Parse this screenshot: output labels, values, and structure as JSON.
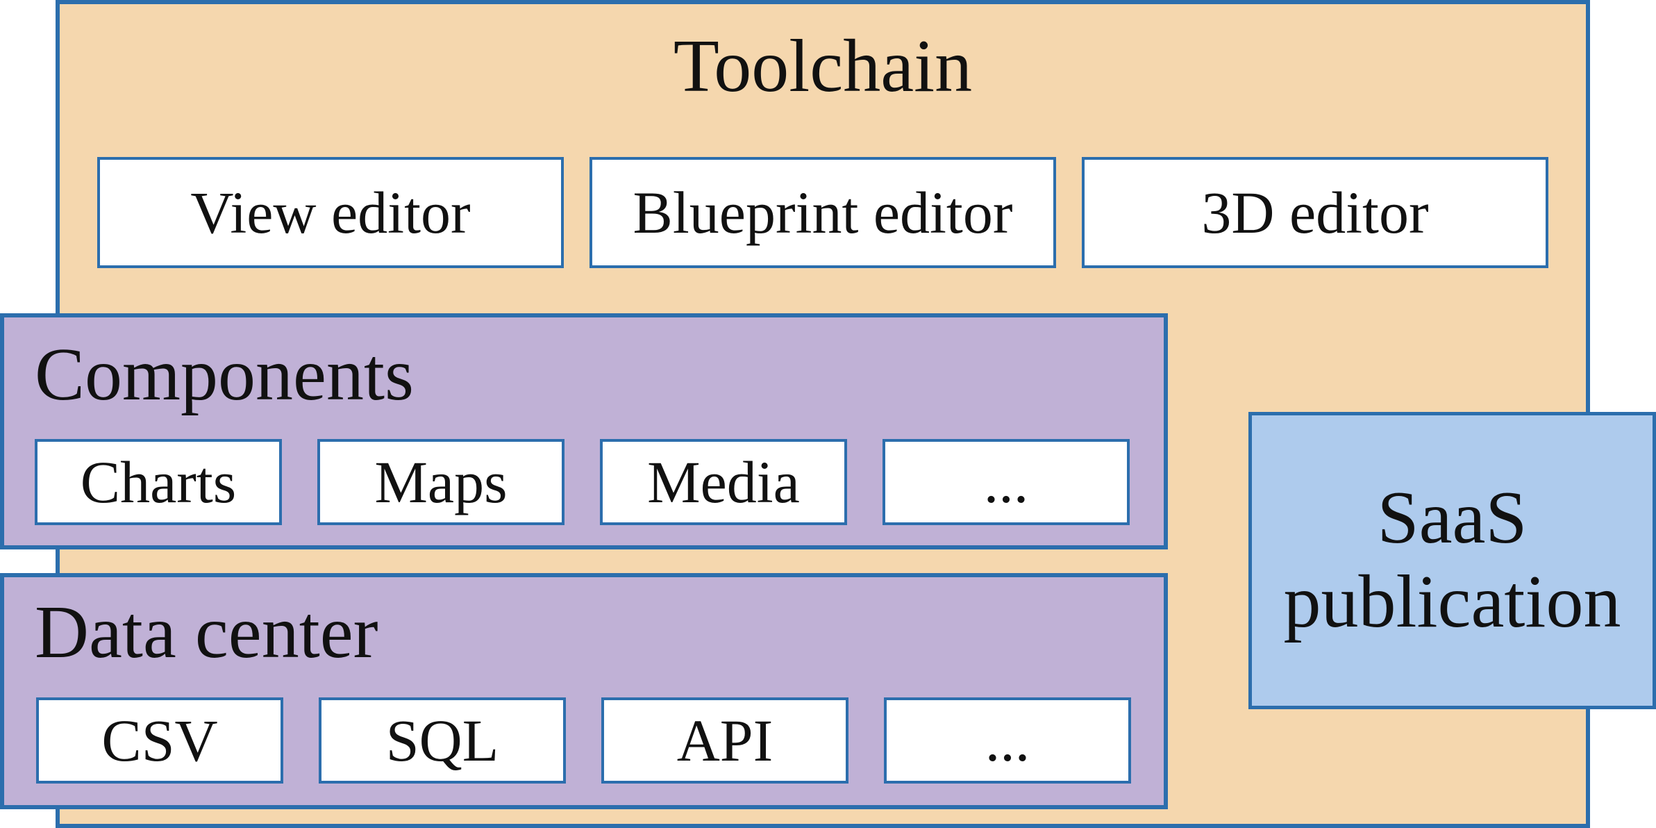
{
  "toolchain": {
    "title": "Toolchain",
    "items": [
      {
        "label": "View editor"
      },
      {
        "label": "Blueprint editor"
      },
      {
        "label": "3D editor"
      }
    ]
  },
  "components": {
    "title": "Components",
    "items": [
      {
        "label": "Charts"
      },
      {
        "label": "Maps"
      },
      {
        "label": "Media"
      },
      {
        "label": "..."
      }
    ]
  },
  "data_center": {
    "title": "Data center",
    "items": [
      {
        "label": "CSV"
      },
      {
        "label": "SQL"
      },
      {
        "label": "API"
      },
      {
        "label": "..."
      }
    ]
  },
  "saas": {
    "line1": "SaaS",
    "line2": "publication"
  },
  "colors": {
    "toolchain_fill": "#f5d7ae",
    "panel_fill": "#c0b1d6",
    "saas_fill": "#aecbed",
    "border": "#2c6ead",
    "box_fill": "#ffffff"
  }
}
